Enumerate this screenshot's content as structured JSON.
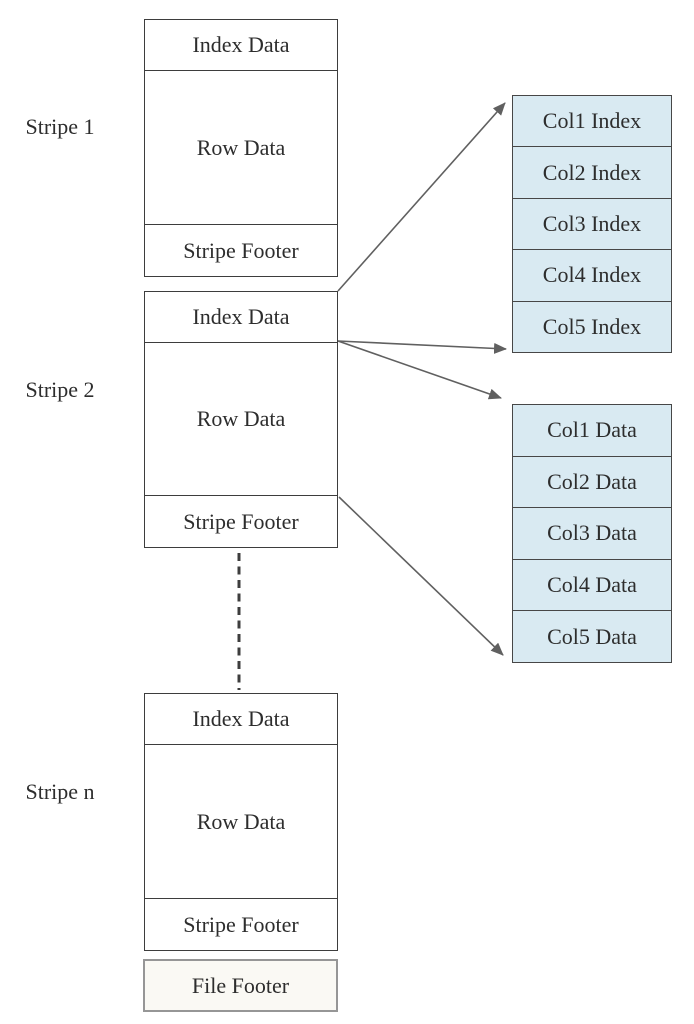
{
  "diagram": {
    "stripes": [
      {
        "label": "Stripe 1",
        "sections": {
          "index": "Index Data",
          "row": "Row Data",
          "footer": "Stripe Footer"
        }
      },
      {
        "label": "Stripe 2",
        "sections": {
          "index": "Index Data",
          "row": "Row Data",
          "footer": "Stripe Footer"
        }
      },
      {
        "label": "Stripe n",
        "sections": {
          "index": "Index Data",
          "row": "Row Data",
          "footer": "Stripe Footer"
        }
      }
    ],
    "file_footer_label": "File Footer",
    "column_index_stack": {
      "cells": [
        "Col1 Index",
        "Col2 Index",
        "Col3 Index",
        "Col4 Index",
        "Col5 Index"
      ]
    },
    "column_data_stack": {
      "cells": [
        "Col1 Data",
        "Col2 Data",
        "Col3 Data",
        "Col4 Data",
        "Col5 Data"
      ]
    },
    "colors": {
      "background": "#ffffff",
      "box_border": "#3d3d3d",
      "cell_fill": "#d9eaf2",
      "cell_border": "#474747",
      "file_footer_fill": "#faf9f4",
      "file_footer_border": "#969696",
      "arrow": "#606060",
      "text": "#2d2d2d"
    }
  }
}
